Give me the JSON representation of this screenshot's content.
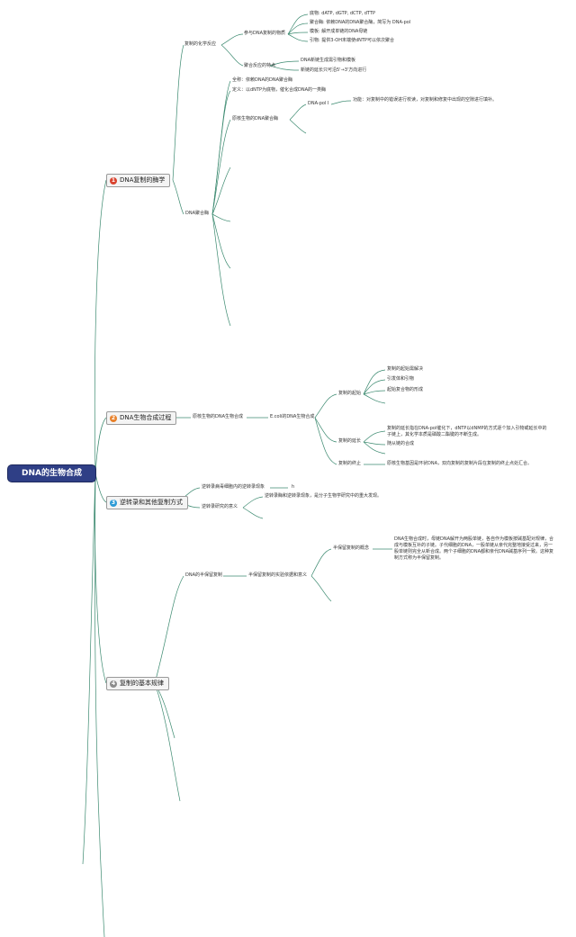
{
  "root": "DNA的生物合成",
  "colors": {
    "root_bg": "#2f3f86",
    "line": "#3c8a70",
    "badge1": "#d9432f",
    "badge2": "#e8812b",
    "badge3": "#2d9bd6",
    "badge4": "#8c8c8c"
  },
  "branches": {
    "b1": {
      "num": "1",
      "label": "DNA复制的酶学"
    },
    "b2": {
      "num": "2",
      "label": "DNA生物合成过程"
    },
    "b3": {
      "num": "3",
      "label": "逆转录和其他复制方式"
    },
    "b4": {
      "num": "4",
      "label": "复制的基本规律"
    }
  },
  "b1": {
    "chem": "复制的化学反应",
    "participants": "参与DNA复制的物质",
    "substrate": "底物: dATP, dGTP, dCTP, dTTP",
    "polymerase": "聚合酶: 依赖DNA的DNA聚合酶，简写为 DNA-pol",
    "template": "模板: 解开成单链的DNA母链",
    "primer": "引物: 提供3-OH末端使dNTP可以依次聚合",
    "features": "聚合反应的特点",
    "feat1": "DNA新链生成需引物和模板",
    "feat2": "新链的延长只可沿5'→3'方向进行",
    "enzyme": "DNA聚合酶",
    "fullname": "全称：依赖DNA的DNA聚合酶",
    "definition": "定义：以dNTP为底物，催化合成DNA的一类酶",
    "prok": "原核生物的DNA聚合酶",
    "pol1": "DNA-pol I",
    "pol1_func": "功能：对复制中的错误进行校读，对复制和修复中出现的空隙进行填补。"
  },
  "b2": {
    "prok_syn": "原核生物的DNA生物合成",
    "ecoli": "E.coli的DNA生物合成",
    "start": "复制的起始",
    "s1": "复制的起始需解决",
    "s2": "引发体和引物",
    "s3": "起始复合物的形成",
    "elong": "复制的延长",
    "e1": "复制的延长指在DNA-pol催化下，dNTP以dNMP的方式逐个加入引物或延长中的子链上，其化学本质是磷酸二酯键的不断生成。",
    "e2": "随从链的合成",
    "term": "复制的终止",
    "t1": "原核生物基因是环状DNA，双向复制的复制片段在复制的终止点处汇合。"
  },
  "b3": {
    "rt1": "逆转录病毒细胞内的逆转录现象",
    "rt1_child": "h",
    "rt2": "逆转录研究的意义",
    "rt2_child": "逆转录酶和逆转录现象，是分子生物学研究中的重大发现。"
  },
  "b4": {
    "semi": "DNA的半保留复制",
    "exp": "半保留复制的实验依据和意义",
    "concept": "半保留复制的概念",
    "concept_text": "DNA生物合成时，母链DNA解开为两股单链，各自作为模板按碱基配对规律，合成与模板互补的子链。子代细胞的DNA，一股单链从亲代完整地接受过来，另一股单链则完全从新合成。两个子细胞的DNA都和亲代DNA碱基序列一致。这种复制方式称为半保留复制。"
  }
}
